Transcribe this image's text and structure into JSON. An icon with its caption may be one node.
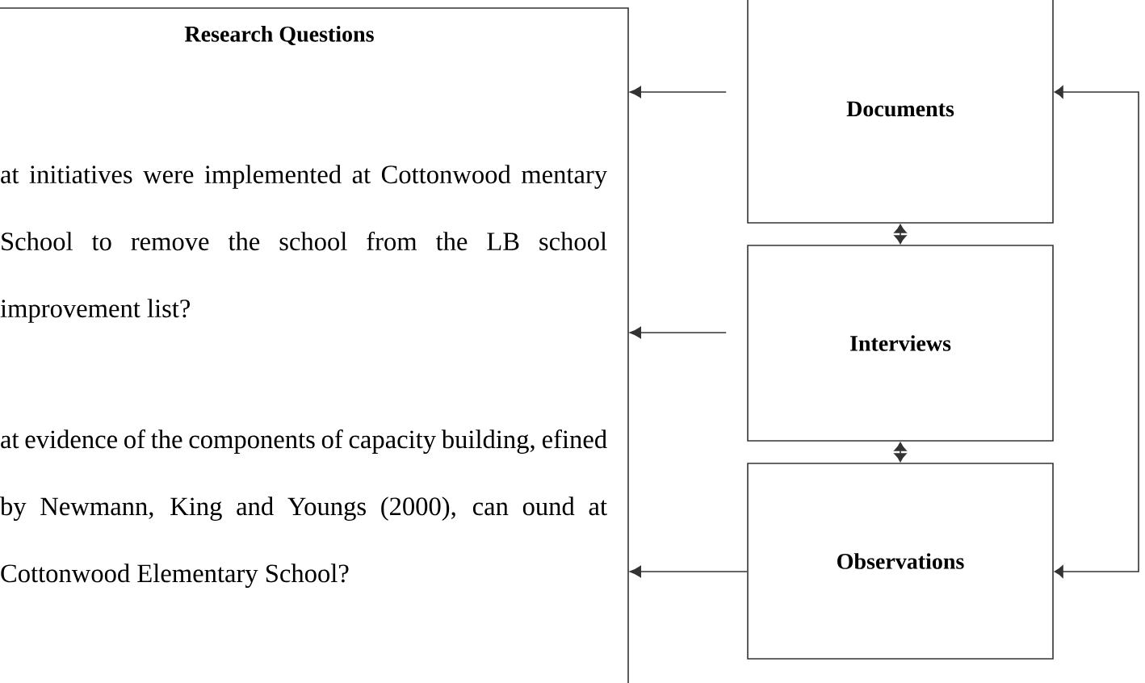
{
  "diagram": {
    "nodes": [
      {
        "text": [
          "Research Questions",
          "at initiatives were implemented at Cottonwood mentary School to remove the school from the LB school improvement list?",
          "at evidence of the components of capacity building, efined by Newmann, King and Youngs (2000), can ound at Cottonwood Elementary School?"
        ]
      },
      {
        "text": [
          "Documents"
        ]
      },
      {
        "text": [
          "Interviews"
        ]
      },
      {
        "text": [
          "Observations"
        ]
      }
    ],
    "edges": [
      {
        "from": 1,
        "to": 0,
        "arrow": "to"
      },
      {
        "from": 2,
        "to": 0,
        "arrow": "to"
      },
      {
        "from": 3,
        "to": 0,
        "arrow": "to"
      },
      {
        "from": 1,
        "to": 2,
        "arrow": "both"
      },
      {
        "from": 2,
        "to": 3,
        "arrow": "both"
      },
      {
        "from": 1,
        "to": 3,
        "arrow": "both"
      }
    ]
  }
}
